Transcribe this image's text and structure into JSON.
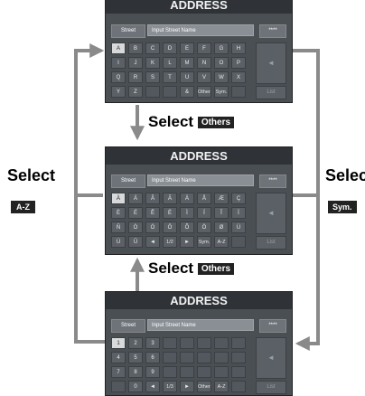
{
  "screens": {
    "title": "ADDRESS",
    "street_label": "Street",
    "street_placeholder": "Input Street Name",
    "stars": "****",
    "side_arrow": "◄",
    "side_list": "List"
  },
  "alphabet_keys": [
    "A",
    "B",
    "C",
    "D",
    "E",
    "F",
    "G",
    "H",
    "I",
    "J",
    "K",
    "L",
    "M",
    "N",
    "O",
    "P",
    "Q",
    "R",
    "S",
    "T",
    "U",
    "V",
    "W",
    "X",
    "Y",
    "Z",
    "",
    "",
    "&",
    "Others",
    "Sym.",
    ""
  ],
  "others_keys": [
    "À",
    "Á",
    "Â",
    "Ã",
    "Ä",
    "Å",
    "Æ",
    "Ç",
    "È",
    "É",
    "Ê",
    "Ë",
    "Ì",
    "Í",
    "Î",
    "Ï",
    "Ñ",
    "Ò",
    "Ó",
    "Ô",
    "Õ",
    "Ö",
    "Ø",
    "Ù",
    "Ú",
    "Û",
    "◄",
    "1/2",
    "►",
    "Sym.",
    "A-Z",
    ""
  ],
  "symbol_keys": [
    "1",
    "2",
    "3",
    "",
    "",
    "",
    "",
    "",
    "4",
    "5",
    "6",
    "",
    "",
    "",
    "",
    "",
    "7",
    "8",
    "9",
    "",
    "",
    "",
    "",
    "",
    "",
    "0",
    "◄",
    "1/3",
    "►",
    "Others",
    "A-Z",
    ""
  ],
  "captions": {
    "top_select": "Select",
    "top_badge": "Others",
    "bottom_select": "Select",
    "bottom_badge": "Others",
    "left_select": "Select",
    "left_badge": "A-Z",
    "right_select": "Selec",
    "right_badge": "Sym."
  }
}
